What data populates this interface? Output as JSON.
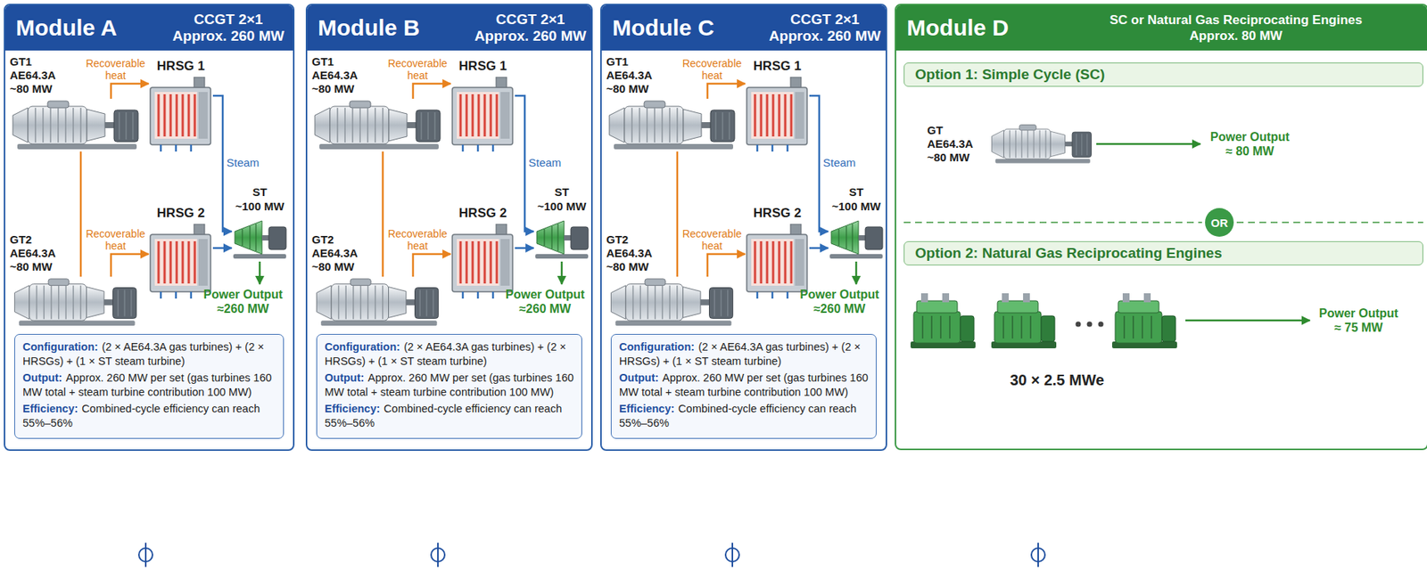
{
  "diagram": {
    "nodes": [
      {
        "text": [
          "Module A",
          "CCGT 2×1 Approx. 260 MW"
        ]
      },
      {
        "text": [
          "GT1 AE64.3A ~80 MW"
        ],
        "in": 0
      },
      {
        "text": [
          "HRSG 1"
        ],
        "in": 0
      },
      {
        "text": [
          "GT2 AE64.3A ~80 MW"
        ],
        "in": 0
      },
      {
        "text": [
          "HRSG 2"
        ],
        "in": 0
      },
      {
        "text": [
          "ST",
          "~100 MW"
        ],
        "in": 0
      },
      {
        "text": [
          "Configuration:",
          "(2 × AE64.3A gas turbines) + (2 × HRSGs) + (1 × ST steam turbine)",
          "Output:",
          "Approx. 260 MW per set (gas turbines 160 MW total + steam turbine contribution 100 MW)",
          "Efficiency:",
          "Combined-cycle efficiency can reach 55%–56%"
        ],
        "in": 0
      },
      {
        "text": [
          "Module B",
          "CCGT 2×1 Approx. 260 MW"
        ]
      },
      {
        "text": [
          "GT1 AE64.3A ~80 MW"
        ],
        "in": 7
      },
      {
        "text": [
          "HRSG 1"
        ],
        "in": 7
      },
      {
        "text": [
          "GT2 AE64.3A ~80 MW"
        ],
        "in": 7
      },
      {
        "text": [
          "HRSG 2"
        ],
        "in": 7
      },
      {
        "text": [
          "ST",
          "~100 MW"
        ],
        "in": 7
      },
      {
        "text": [
          "Configuration:",
          "(2 × AE64.3A gas turbines) + (2 × HRSGs) + (1 × ST steam turbine)",
          "Output:",
          "Approx. 260 MW per set (gas turbines 160 MW total + steam turbine contribution 100 MW)",
          "Efficiency:",
          "Combined-cycle efficiency can reach 55%–56%"
        ],
        "in": 7
      },
      {
        "text": [
          "Module C",
          "CCGT 2×1 Approx. 260 MW"
        ]
      },
      {
        "text": [
          "GT1 AE64.3A ~80 MW"
        ],
        "in": 14
      },
      {
        "text": [
          "HRSG 1"
        ],
        "in": 14
      },
      {
        "text": [
          "GT2 AE64.3A ~80 MW"
        ],
        "in": 14
      },
      {
        "text": [
          "HRSG 2"
        ],
        "in": 14
      },
      {
        "text": [
          "ST",
          "~100 MW"
        ],
        "in": 14
      },
      {
        "text": [
          "Configuration:",
          "(2 × AE64.3A gas turbines) + (2 × HRSGs) + (1 × ST steam turbine)",
          "Output:",
          "Approx. 260 MW per set (gas turbines 160 MW total + steam turbine contribution 100 MW)",
          "Efficiency:",
          "Combined-cycle efficiency can reach 55%–56%"
        ],
        "in": 14
      },
      {
        "text": [
          "Module D",
          "SC or Natural Gas Reciprocating Engines Approx. 80 MW"
        ]
      },
      {
        "text": [
          "Option 1: Simple Cycle (SC)"
        ],
        "in": 21
      },
      {
        "text": [
          "GT AE64.3A ~80 MW"
        ],
        "in": 21
      },
      {
        "text": [
          "OR"
        ],
        "in": 21
      },
      {
        "text": [
          "Option 2: Natural Gas Reciprocating Engines"
        ],
        "in": 21
      }
    ],
    "edges": [
      {
        "from": 1,
        "to": 2,
        "arrow": "to",
        "label": "Recoverable heat"
      },
      {
        "from": 3,
        "to": 4,
        "arrow": "to",
        "label": "Recoverable heat"
      },
      {
        "from": 1,
        "to": 3,
        "arrow": "none"
      },
      {
        "from": 2,
        "to": 5,
        "arrow": "to",
        "label": "Steam"
      },
      {
        "from": 4,
        "to": 5,
        "arrow": "to"
      },
      {
        "from": 8,
        "to": 9,
        "arrow": "to",
        "label": "Recoverable heat"
      },
      {
        "from": 10,
        "to": 11,
        "arrow": "to",
        "label": "Recoverable heat"
      },
      {
        "from": 8,
        "to": 10,
        "arrow": "none"
      },
      {
        "from": 9,
        "to": 12,
        "arrow": "to",
        "label": "Steam"
      },
      {
        "from": 11,
        "to": 12,
        "arrow": "to"
      },
      {
        "from": 15,
        "to": 16,
        "arrow": "to",
        "label": "Recoverable heat"
      },
      {
        "from": 17,
        "to": 18,
        "arrow": "to",
        "label": "Recoverable heat"
      },
      {
        "from": 15,
        "to": 17,
        "arrow": "none"
      },
      {
        "from": 16,
        "to": 19,
        "arrow": "to",
        "label": "Steam"
      },
      {
        "from": 18,
        "to": 19,
        "arrow": "to"
      }
    ],
    "labels": [
      "Power Output ≈260 MW",
      "Power Output ≈260 MW",
      "Power Output ≈260 MW",
      "Power Output ≈ 80 MW",
      "30 × 2.5 MWe",
      "Power Output ≈ 75 MW"
    ]
  }
}
